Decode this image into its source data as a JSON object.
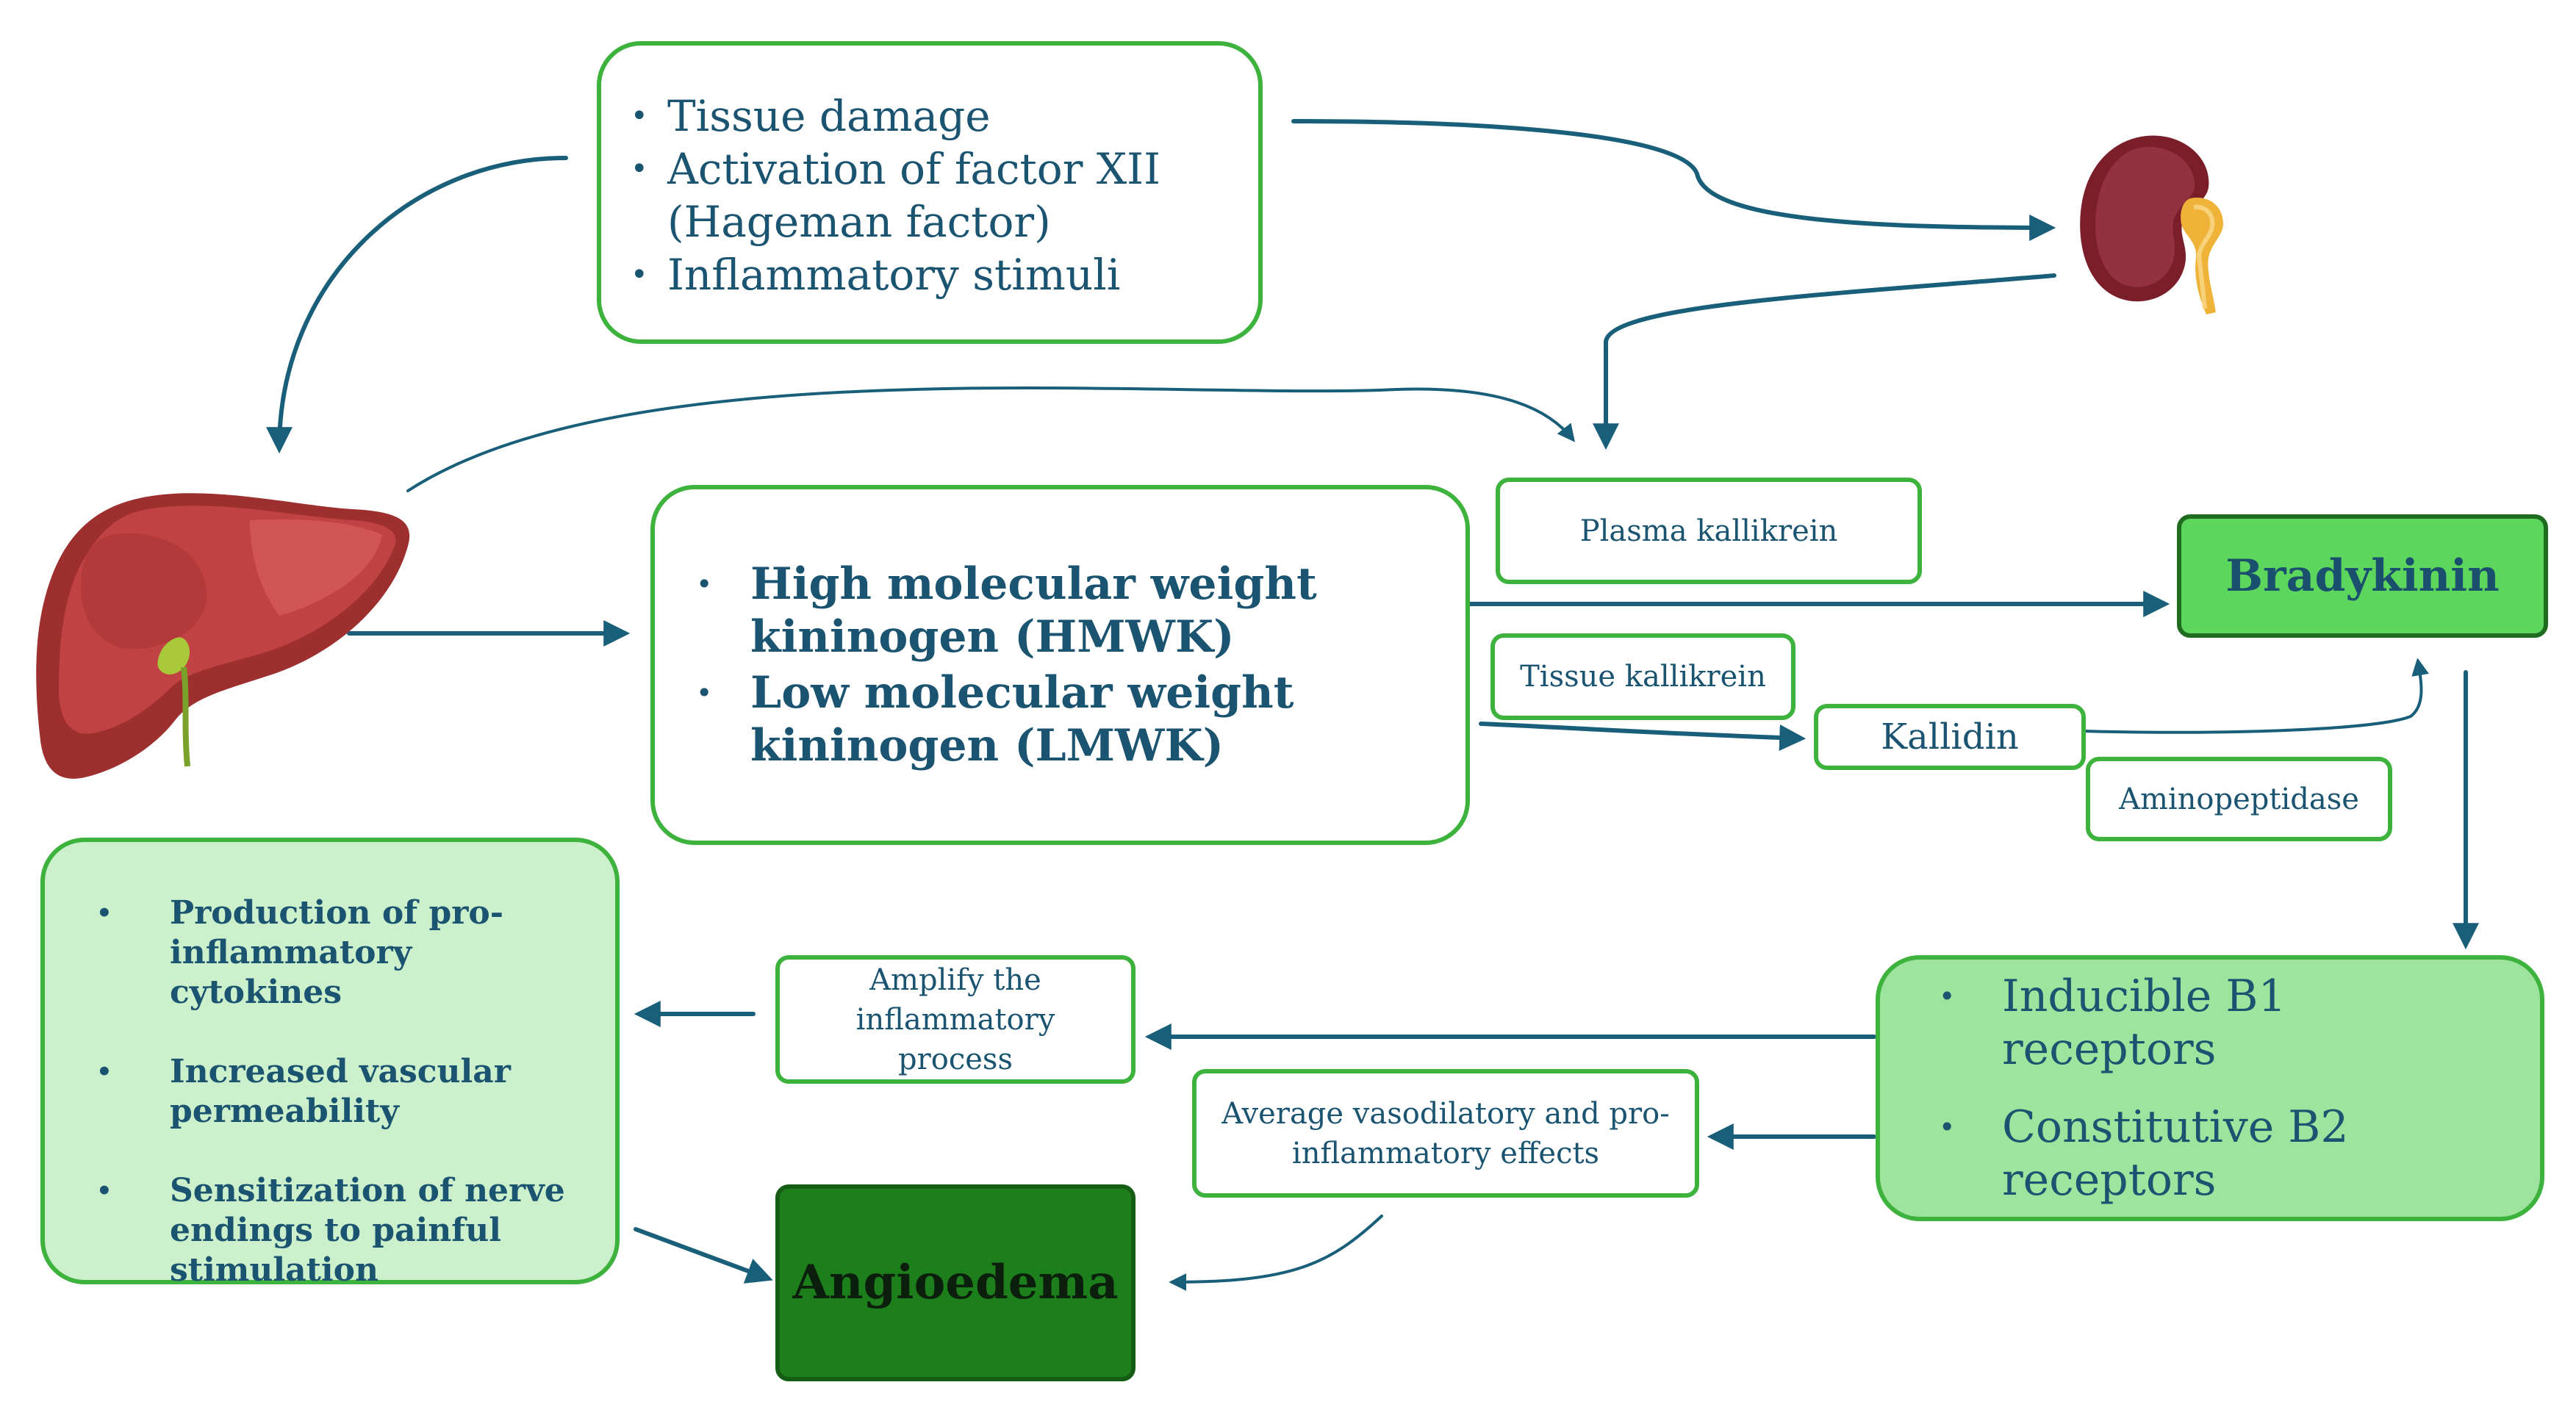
{
  "triggers": {
    "items": [
      "Tissue damage",
      "Activation of factor XII (Hageman factor)",
      "Inflammatory stimuli"
    ]
  },
  "kininogens": {
    "items": [
      "High molecular weight kininogen (HMWK)",
      "Low molecular weight kininogen (LMWK)"
    ]
  },
  "enzymes": {
    "plasma_kallikrein": "Plasma kallikrein",
    "tissue_kallikrein": "Tissue kallikrein",
    "aminopeptidase": "Aminopeptidase"
  },
  "kallidin": "Kallidin",
  "bradykinin": "Bradykinin",
  "receptors": {
    "items": [
      "Inducible B1 receptors",
      "Constitutive B2 receptors"
    ]
  },
  "amplify": "Amplify the inflammatory process",
  "vasodilatory": "Average vasodilatory and pro-inflammatory effects",
  "effects": {
    "items": [
      "Production of pro-inflammatory cytokines",
      "Increased vascular permeability",
      "Sensitization of nerve endings to painful stimulation"
    ]
  },
  "angioedema": "Angioedema",
  "organs": {
    "liver": "liver-icon",
    "kidney": "kidney-icon"
  },
  "colors": {
    "border_green": "#3db33d",
    "arrow_blue": "#1a5f7a",
    "text_blue": "#1b5470",
    "light_green": "#ccf0cc",
    "mid_green": "#9ee39e",
    "bradykinin_green": "#5cd65c",
    "angioedema_green": "#1c7f1c"
  }
}
